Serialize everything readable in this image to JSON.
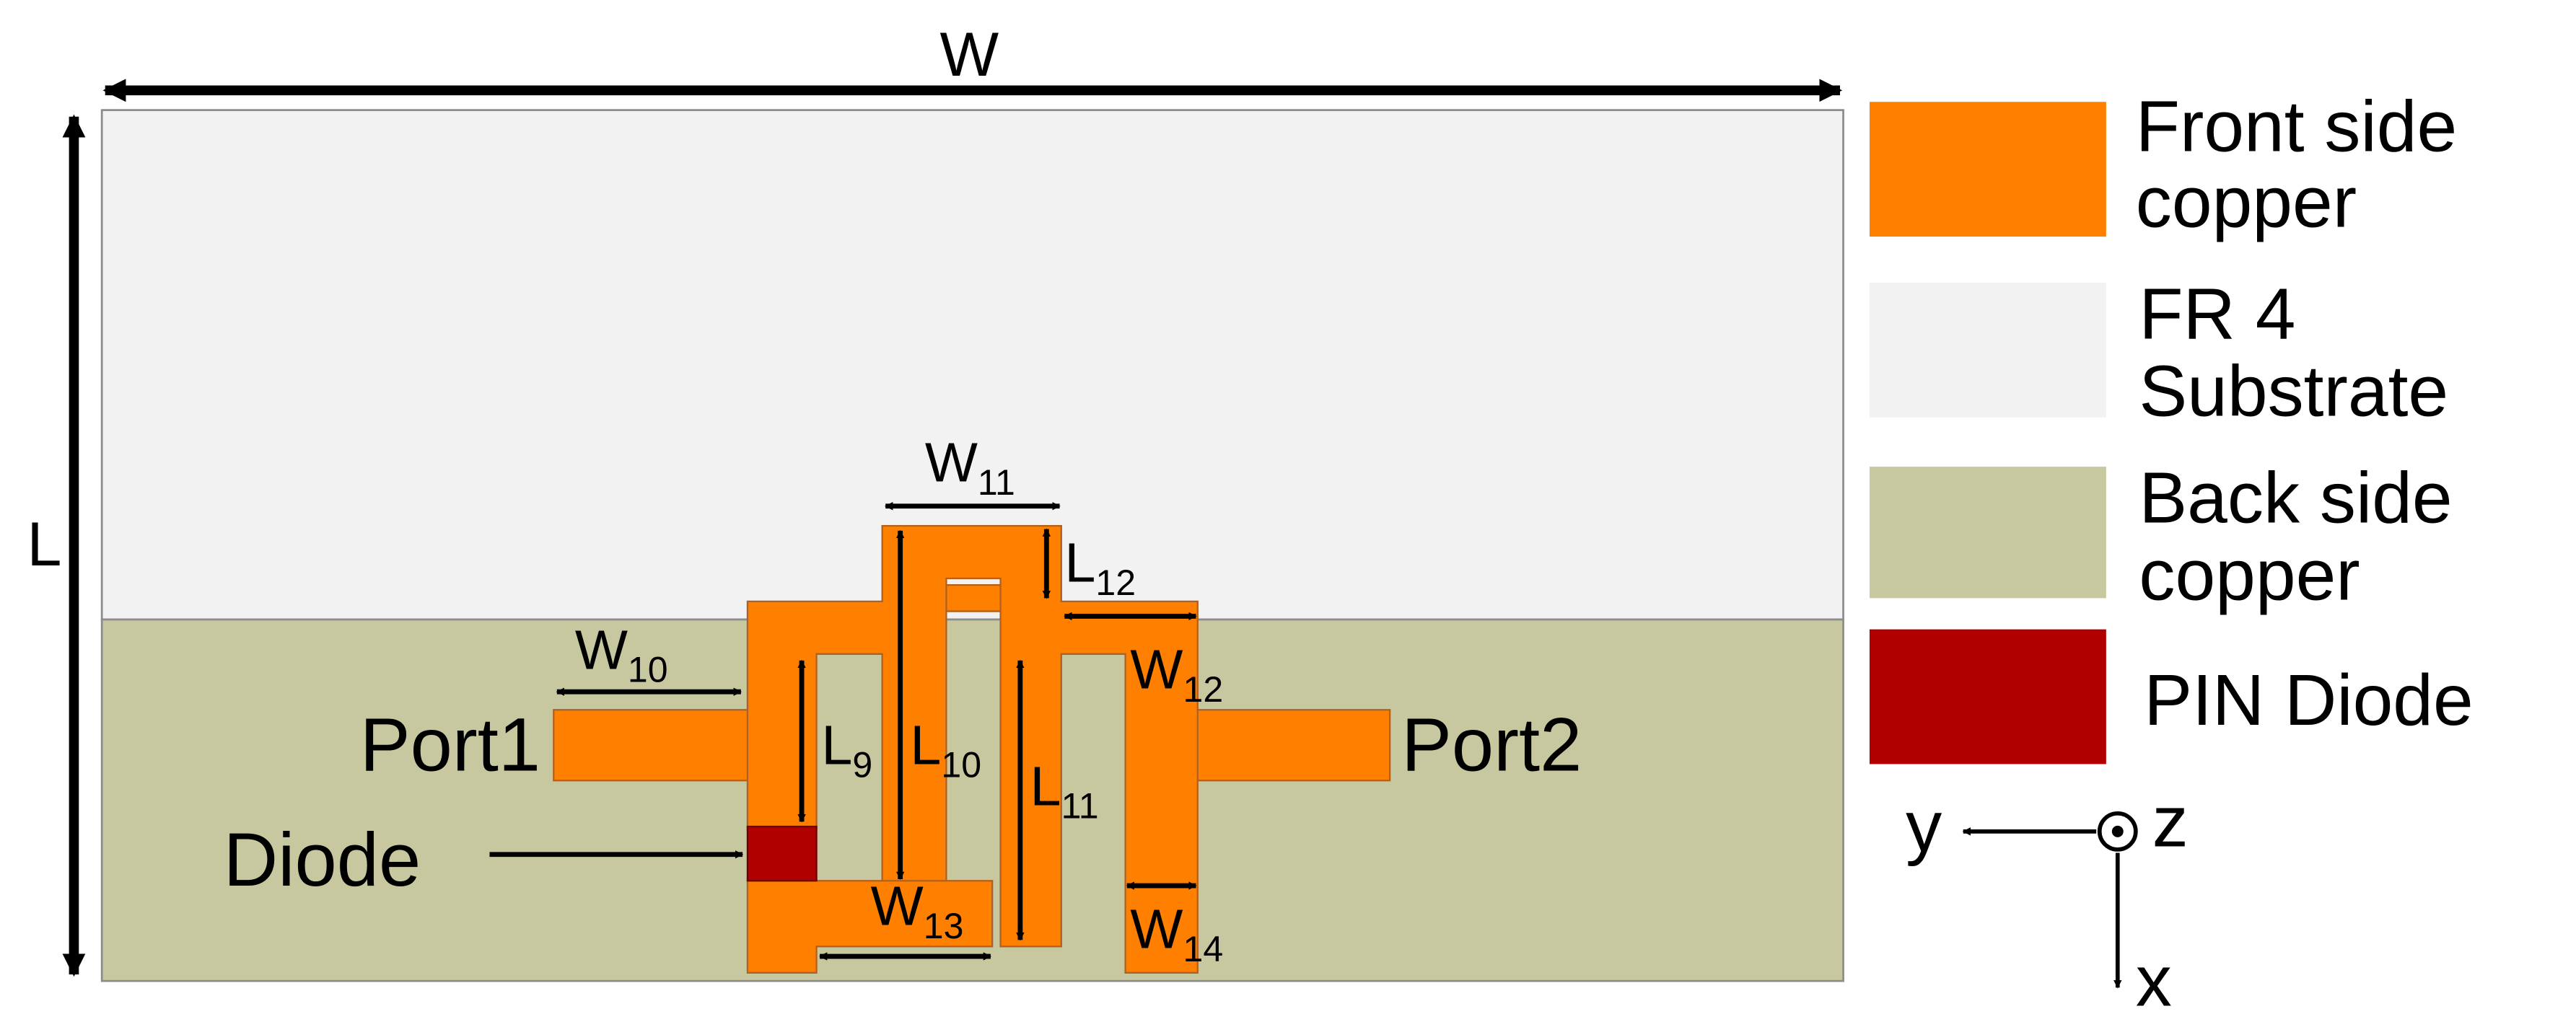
{
  "dimensions": {
    "W": "W",
    "L": "L",
    "L9": {
      "main": "L",
      "sub": "9"
    },
    "L10": {
      "main": "L",
      "sub": "10"
    },
    "L11": {
      "main": "L",
      "sub": "11"
    },
    "L12": {
      "main": "L",
      "sub": "12"
    },
    "W10": {
      "main": "W",
      "sub": "10"
    },
    "W11": {
      "main": "W",
      "sub": "11"
    },
    "W12": {
      "main": "W",
      "sub": "12"
    },
    "W13": {
      "main": "W",
      "sub": "13"
    },
    "W14": {
      "main": "W",
      "sub": "14"
    }
  },
  "labels": {
    "port1": "Port1",
    "port2": "Port2",
    "diode": "Diode"
  },
  "legend": [
    {
      "line1": "Front side",
      "line2": "copper",
      "color": "#ff7f00"
    },
    {
      "line1": "FR 4",
      "line2": "Substrate",
      "color": "#f2f2f2"
    },
    {
      "line1": "Back side",
      "line2": "copper",
      "color": "#c8c8a0"
    },
    {
      "line1": "PIN Diode",
      "line2": "",
      "color": "#b00000"
    }
  ],
  "axes": {
    "y": "y",
    "z": "z",
    "x": "x"
  },
  "colors": {
    "front_copper": "#ff7f00",
    "substrate": "#f2f2f2",
    "back_copper": "#c8c8a0",
    "diode": "#b00000"
  }
}
